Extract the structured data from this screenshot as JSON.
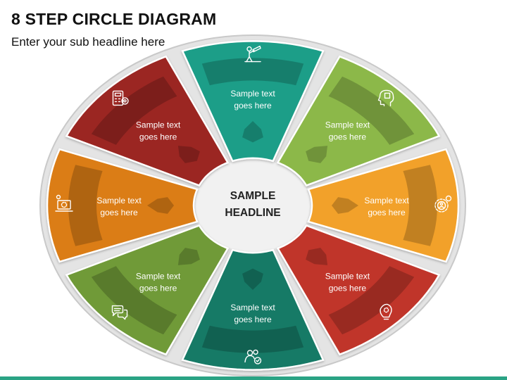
{
  "header": {
    "title": "8 STEP CIRCLE DIAGRAM",
    "subtitle": "Enter your sub headline here"
  },
  "center": {
    "line1": "SAMPLE",
    "line2": "HEADLINE"
  },
  "steps": [
    {
      "line1": "Sample text",
      "line2": "goes here",
      "color": "#1e9e88",
      "icon": "person-telescope-icon"
    },
    {
      "line1": "Sample text",
      "line2": "goes here",
      "color": "#8cb84a",
      "icon": "head-chip-icon"
    },
    {
      "line1": "Sample text",
      "line2": "goes here",
      "color": "#f2a12a",
      "icon": "gear-people-icon"
    },
    {
      "line1": "Sample text",
      "line2": "goes here",
      "color": "#c0352b",
      "icon": "lightbulb-gear-icon"
    },
    {
      "line1": "Sample text",
      "line2": "goes here",
      "color": "#167a66",
      "icon": "users-check-icon"
    },
    {
      "line1": "Sample text",
      "line2": "goes here",
      "color": "#6f9a37",
      "icon": "chat-bubbles-icon"
    },
    {
      "line1": "Sample text",
      "line2": "goes here",
      "color": "#db7d12",
      "icon": "laptop-gear-icon"
    },
    {
      "line1": "Sample text",
      "line2": "goes here",
      "color": "#9b2520",
      "icon": "calculator-icon"
    }
  ],
  "colors": {
    "ring": "#e2e2e2",
    "ring_border": "#c7c7c7",
    "accent_bar": "#2aa384"
  }
}
